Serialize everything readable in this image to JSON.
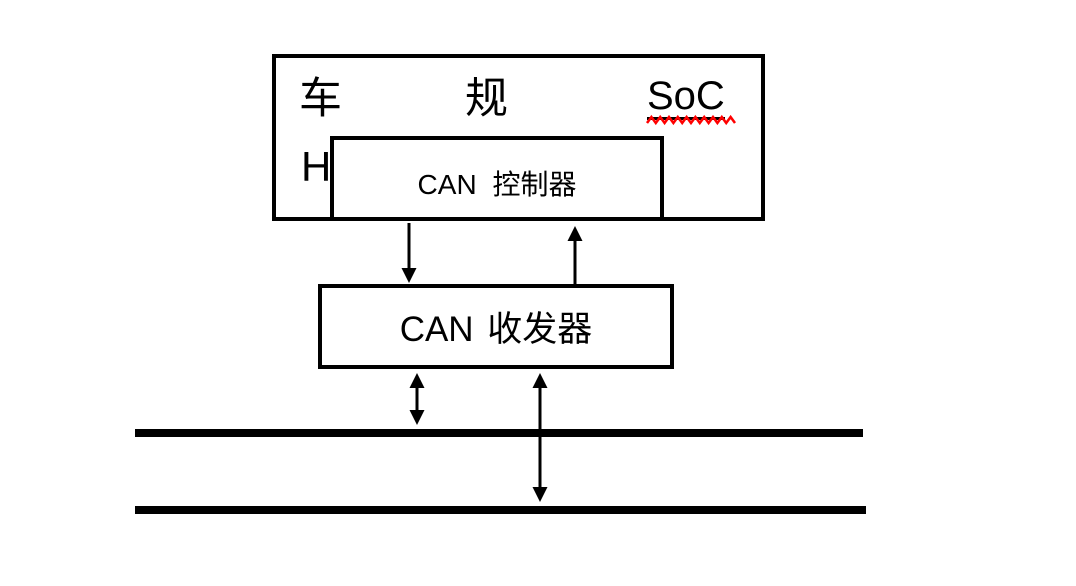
{
  "diagram": {
    "soc_box": {
      "label_che": "车",
      "label_gui": "规",
      "label_soc": "SoC",
      "partial_label": "H"
    },
    "controller_box": {
      "label": "CAN 控制器"
    },
    "transceiver_box": {
      "label": "CAN 收发器"
    },
    "bus": {
      "line_count": 2
    },
    "connections": [
      {
        "from": "can-controller",
        "to": "can-transceiver",
        "direction": "down"
      },
      {
        "from": "can-transceiver",
        "to": "can-controller",
        "direction": "up"
      },
      {
        "from": "can-transceiver",
        "to": "bus-line-1",
        "direction": "both"
      },
      {
        "from": "can-transceiver",
        "to": "bus-line-2",
        "direction": "both"
      }
    ],
    "colors": {
      "line": "#000000",
      "spellcheck_underline": "#ff0000",
      "background": "#ffffff"
    }
  }
}
